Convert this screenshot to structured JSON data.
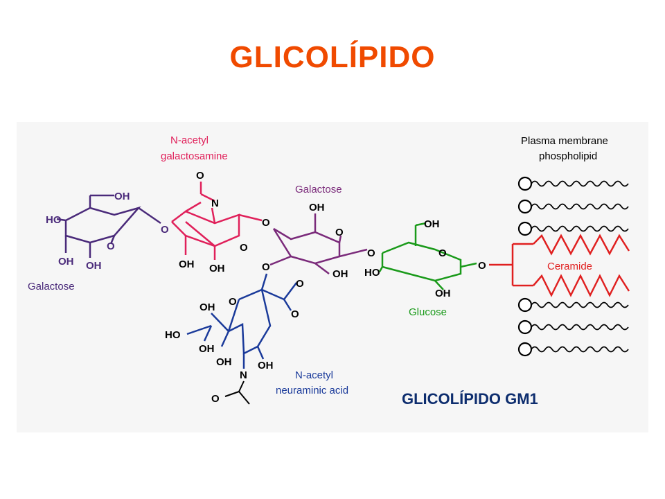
{
  "slide": {
    "title": "GLICOLÍPIDO",
    "caption": "GLICOLÍPIDO GM1"
  },
  "colors": {
    "title": "#f04a00",
    "caption": "#0d2d6e",
    "galactose_terminal": "#4a2a7a",
    "n_acetylgalactosamine": "#e0205a",
    "galactose": "#7a2a7a",
    "glucose": "#1a9a1a",
    "neuraminic": "#1a3a9a",
    "ceramide": "#e02020",
    "phospholipid": "#000000"
  },
  "labels": {
    "galactose_left": "Galactose",
    "nacetyl_gal_1": "N-acetyl",
    "nacetyl_gal_2": "galactosamine",
    "galactose_mid": "Galactose",
    "glucose": "Glucose",
    "nana_1": "N-acetyl",
    "nana_2": "neuraminic acid",
    "membrane_1": "Plasma membrane",
    "membrane_2": "phospholipid",
    "ceramide": "Ceramide"
  },
  "atoms": {
    "oh": "OH",
    "ho": "HO",
    "o": "O",
    "n": "N"
  }
}
